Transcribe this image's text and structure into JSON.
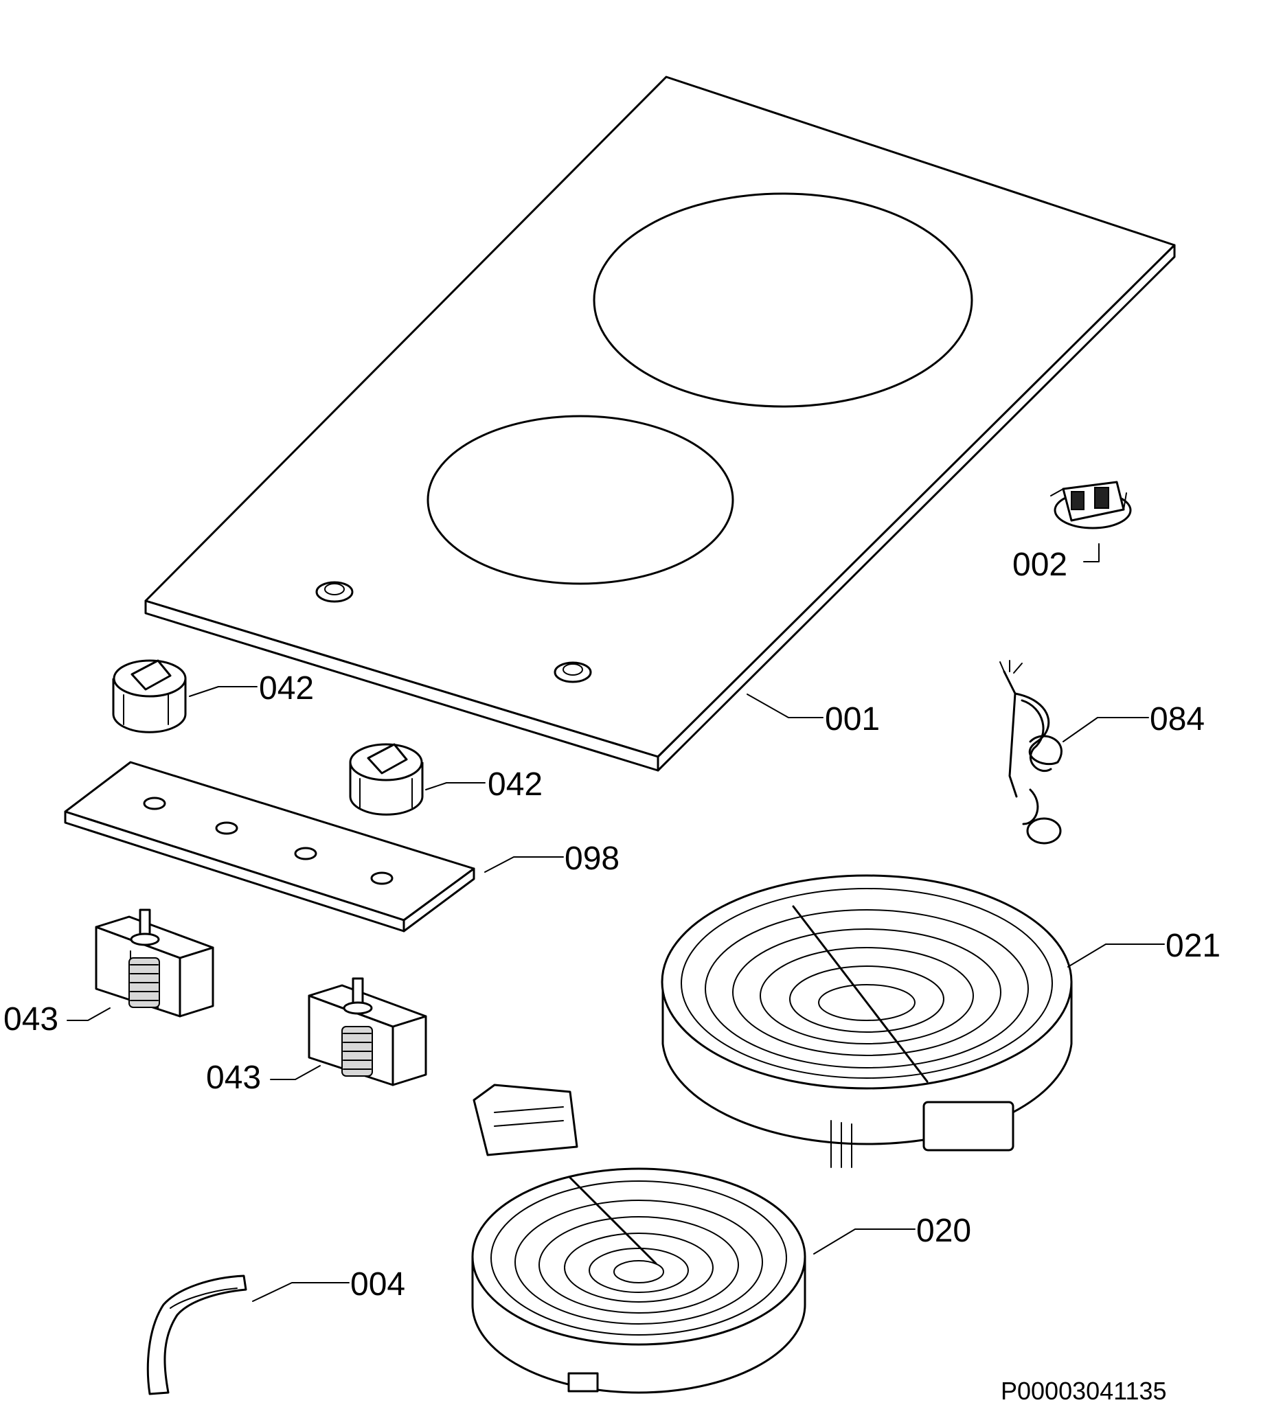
{
  "parts": {
    "p001": {
      "label": "001",
      "icon": "glass-ceramic-top-icon"
    },
    "p002": {
      "label": "002",
      "icon": "cable-clamp-icon"
    },
    "p004": {
      "label": "004",
      "icon": "strap-icon"
    },
    "p020": {
      "label": "020",
      "icon": "small-radiant-heating-element-icon"
    },
    "p021": {
      "label": "021",
      "icon": "large-radiant-heating-element-icon"
    },
    "p042a": {
      "label": "042",
      "icon": "control-knob-icon"
    },
    "p042b": {
      "label": "042",
      "icon": "control-knob-icon"
    },
    "p043a": {
      "label": "043",
      "icon": "energy-regulator-icon"
    },
    "p043b": {
      "label": "043",
      "icon": "energy-regulator-icon"
    },
    "p084": {
      "label": "084",
      "icon": "power-cord-icon"
    },
    "p098": {
      "label": "098",
      "icon": "control-panel-strip-icon"
    }
  },
  "document_id": "P00003041135"
}
